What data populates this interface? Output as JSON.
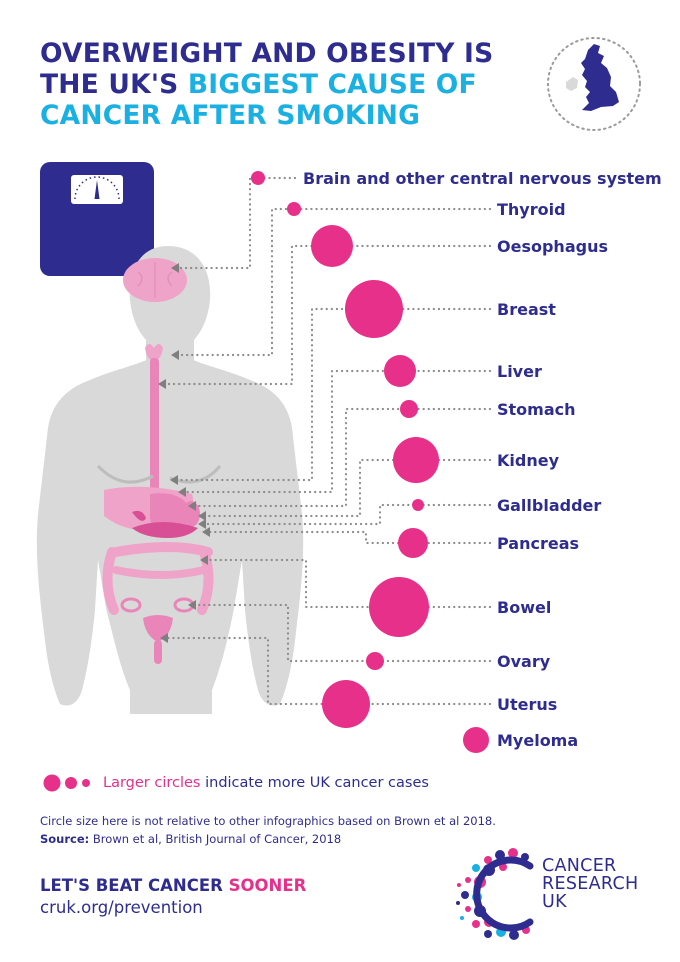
{
  "headline": {
    "line1": "OVERWEIGHT AND OBESITY IS",
    "line2_prefix": "THE UK'S ",
    "line2_highlight": "BIGGEST CAUSE OF",
    "line3": "CANCER AFTER SMOKING"
  },
  "cancers": [
    {
      "label": "Brain and other central nervous system",
      "size": "small"
    },
    {
      "label": "Thyroid",
      "size": "small"
    },
    {
      "label": "Oesophagus",
      "size": "large"
    },
    {
      "label": "Breast",
      "size": "largest"
    },
    {
      "label": "Liver",
      "size": "medium"
    },
    {
      "label": "Stomach",
      "size": "small"
    },
    {
      "label": "Kidney",
      "size": "large"
    },
    {
      "label": "Gallbladder",
      "size": "smallest"
    },
    {
      "label": "Pancreas",
      "size": "medium"
    },
    {
      "label": "Bowel",
      "size": "largest"
    },
    {
      "label": "Ovary",
      "size": "small"
    },
    {
      "label": "Uterus",
      "size": "large"
    },
    {
      "label": "Myeloma",
      "size": "medium"
    }
  ],
  "legend": {
    "highlight": "Larger circles",
    "rest": " indicate more UK cancer cases"
  },
  "note": {
    "line1": "Circle size here is not relative to other infographics based on Brown et al 2018.",
    "source_label": "Source:",
    "source_text": " Brown et al, British Journal of Cancer, 2018"
  },
  "cta": {
    "prefix": "LET'S BEAT CANCER ",
    "highlight": "SOONER",
    "url": "cruk.org/prevention"
  },
  "brand": {
    "line1": "CANCER",
    "line2": "RESEARCH",
    "line3": "UK"
  },
  "colors": {
    "navy": "#2e2d8f",
    "cyan": "#1ab0e2",
    "pink": "#e6308a",
    "body_grey": "#d9d9d9",
    "organ_pink": "#f0a3c9"
  },
  "icons": [
    "bathroom-scale-icon",
    "uk-map-icon",
    "cruk-logo-icon"
  ]
}
